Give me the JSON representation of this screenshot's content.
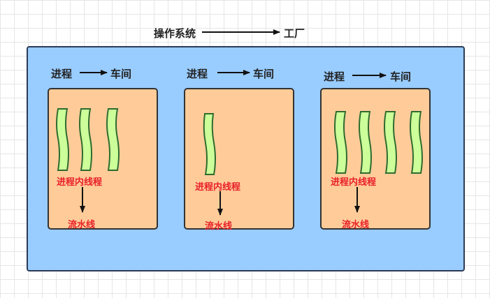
{
  "os_mapping": {
    "left": "操作系统",
    "right": "工厂"
  },
  "processes": [
    {
      "left": "进程",
      "right": "车间",
      "thread_label": "进程内线程",
      "pipeline_label": "流水线",
      "thread_count": 3
    },
    {
      "left": "进程",
      "right": "车间",
      "thread_label": "进程内线程",
      "pipeline_label": "流水线",
      "thread_count": 1
    },
    {
      "left": "进程",
      "right": "车间",
      "thread_label": "进程内线程",
      "pipeline_label": "流水线",
      "thread_count": 4
    }
  ],
  "colors": {
    "container": "#99ccff",
    "process": "#ffcc99",
    "thread": "#ccff99",
    "label_red": "#e8202a"
  }
}
